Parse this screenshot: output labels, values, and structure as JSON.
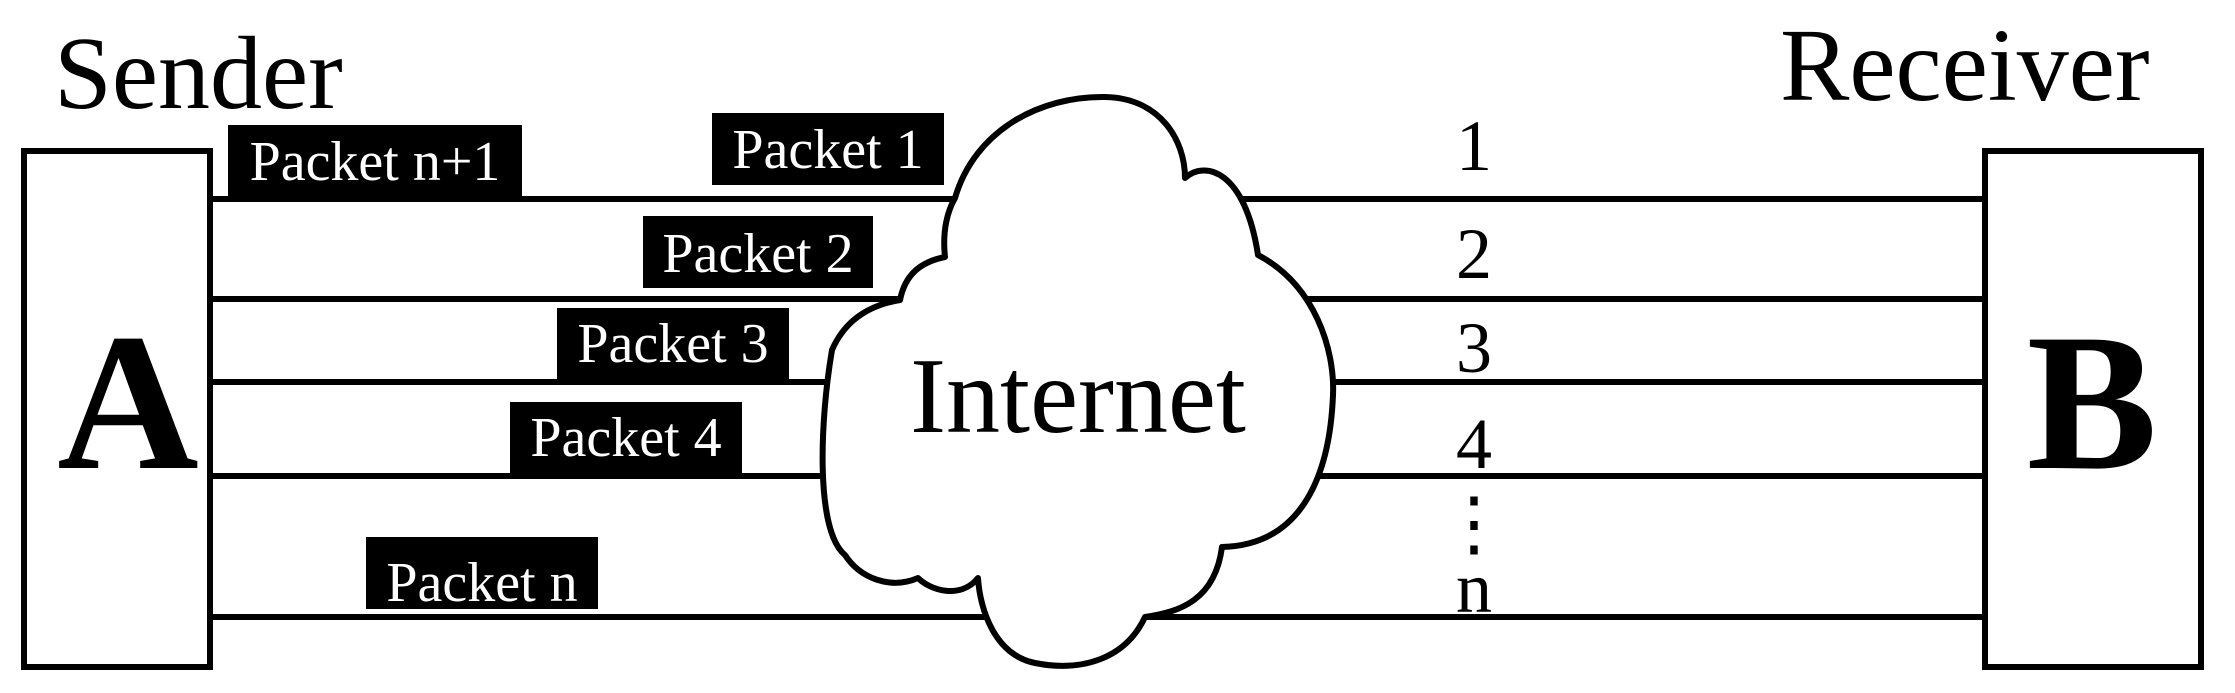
{
  "sender": {
    "role": "Sender",
    "label": "A"
  },
  "receiver": {
    "role": "Receiver",
    "label": "B"
  },
  "network": {
    "label": "Internet"
  },
  "packets": [
    {
      "label": "Packet n+1"
    },
    {
      "label": "Packet 1"
    },
    {
      "label": "Packet 2"
    },
    {
      "label": "Packet 3"
    },
    {
      "label": "Packet 4"
    },
    {
      "label": "Packet n"
    }
  ],
  "paths": [
    {
      "label": "1"
    },
    {
      "label": "2"
    },
    {
      "label": "3"
    },
    {
      "label": "4"
    },
    {
      "label": "⋮"
    },
    {
      "label": "n"
    }
  ],
  "colors": {
    "packet_fill": "#000000",
    "packet_text": "#ffffff",
    "line": "#000000"
  }
}
